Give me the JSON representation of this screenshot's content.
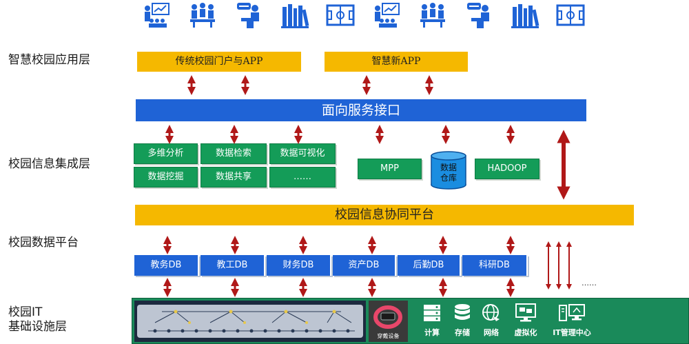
{
  "top_icons": [
    "presentation-icon",
    "meeting-icon",
    "lecture-icon",
    "library-icon",
    "sports-field-icon",
    "presentation-icon",
    "meeting-icon",
    "lecture-icon",
    "library-icon",
    "sports-field-icon"
  ],
  "layers": {
    "application": "智慧校园应用层",
    "integration": "校园信息集成层",
    "data_platform": "校园数据平台",
    "infrastructure_line1": "校园IT",
    "infrastructure_line2": "基础设施层"
  },
  "application_layer": {
    "traditional": "传统校园门户与APP",
    "smart": "智慧新APP"
  },
  "service_interface": "面向服务接口",
  "integration_layer": {
    "analytics": [
      "多维分析",
      "数据检索",
      "数据可视化",
      "数据挖掘",
      "数据共享",
      "……"
    ],
    "mpp": "MPP",
    "warehouse_line1": "数据",
    "warehouse_line2": "仓库",
    "hadoop": "HADOOP"
  },
  "collaboration_platform": "校园信息协同平台",
  "databases": [
    "教务DB",
    "教工DB",
    "财务DB",
    "资产DB",
    "后勤DB",
    "科研DB"
  ],
  "db_ellipsis": "……",
  "infrastructure": {
    "wearable_label": "穿戴设备",
    "items": [
      "计算",
      "存储",
      "网络",
      "虚拟化",
      "IT管理中心"
    ]
  },
  "colors": {
    "icon_blue": "#1f63d6",
    "yellow": "#f5b800",
    "blue": "#1f63d6",
    "green": "#149c58",
    "arrow_red": "#b01818",
    "infra_green": "#1a8a5a"
  }
}
